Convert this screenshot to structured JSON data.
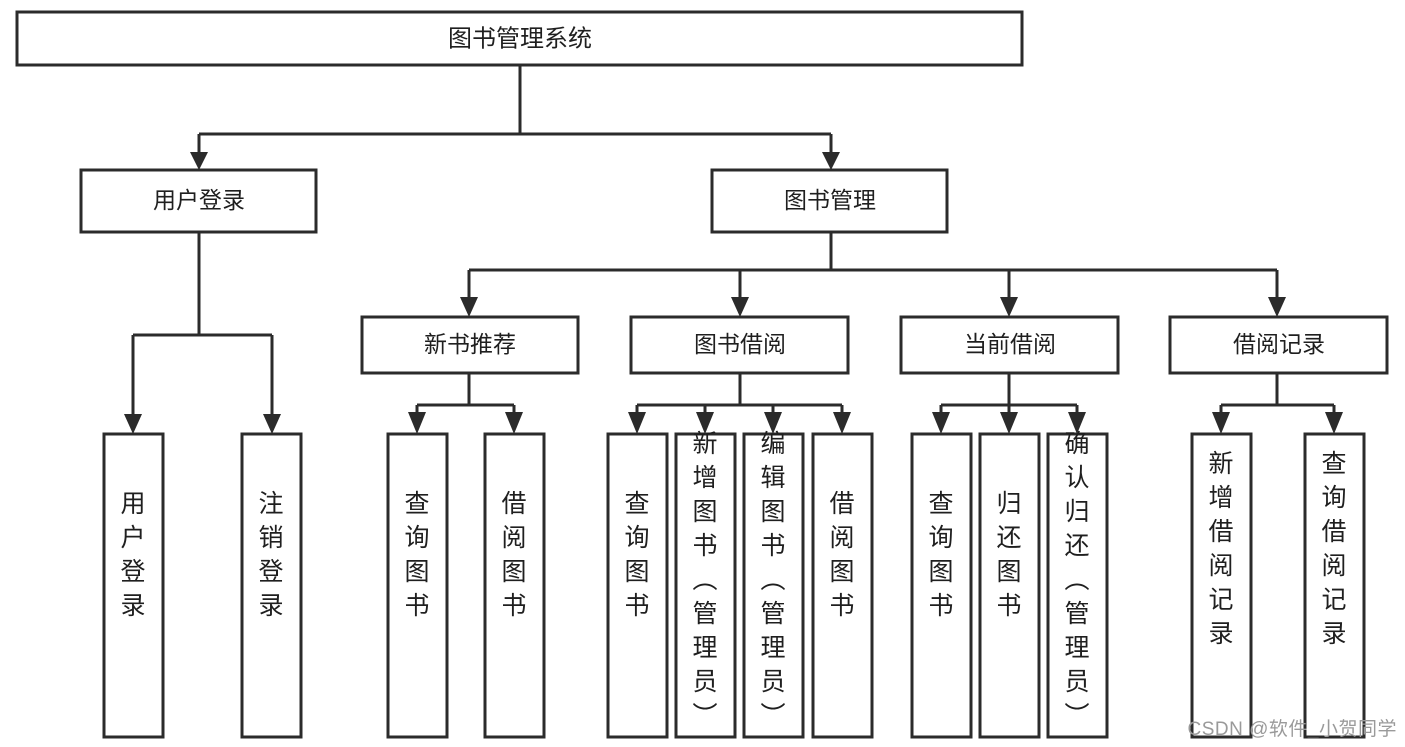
{
  "diagram": {
    "type": "tree-hierarchy",
    "title": "图书管理系统",
    "watermark": "CSDN @软件_小贺同学",
    "colors": {
      "stroke": "#2b2b2b",
      "fill": "#ffffff",
      "text": "#1f1f1f",
      "watermark": "#9a9a9a"
    },
    "levels": {
      "root": {
        "label": "图书管理系统"
      },
      "level2": [
        {
          "label": "用户登录"
        },
        {
          "label": "图书管理"
        }
      ],
      "level3": [
        {
          "label": "新书推荐"
        },
        {
          "label": "图书借阅"
        },
        {
          "label": "当前借阅"
        },
        {
          "label": "借阅记录"
        }
      ]
    },
    "nodes": {
      "root": "图书管理系统",
      "user_login": "用户登录",
      "book_manage": "图书管理",
      "new_book_rec": "新书推荐",
      "book_borrow": "图书借阅",
      "current_borrow": "当前借阅",
      "borrow_record": "借阅记录",
      "leaf_user_login": "用户登录",
      "leaf_logout": "注销登录",
      "leaf_query_book_1": "查询图书",
      "leaf_borrow_book_1": "借阅图书",
      "leaf_query_book_2": "查询图书",
      "leaf_add_book": "新增图书（管理员）",
      "leaf_edit_book": "编辑图书（管理员）",
      "leaf_borrow_book_2": "借阅图书",
      "leaf_query_book_3": "查询图书",
      "leaf_return_book": "归还图书",
      "leaf_confirm_return": "确认归还（管理员）",
      "leaf_add_record": "新增借阅记录",
      "leaf_query_record": "查询借阅记录"
    },
    "edges": [
      {
        "from": "图书管理系统",
        "to": "用户登录"
      },
      {
        "from": "图书管理系统",
        "to": "图书管理"
      },
      {
        "from": "用户登录",
        "to": "用户登录"
      },
      {
        "from": "用户登录",
        "to": "注销登录"
      },
      {
        "from": "图书管理",
        "to": "新书推荐"
      },
      {
        "from": "图书管理",
        "to": "图书借阅"
      },
      {
        "from": "图书管理",
        "to": "当前借阅"
      },
      {
        "from": "图书管理",
        "to": "借阅记录"
      },
      {
        "from": "新书推荐",
        "to": "查询图书"
      },
      {
        "from": "新书推荐",
        "to": "借阅图书"
      },
      {
        "from": "图书借阅",
        "to": "查询图书"
      },
      {
        "from": "图书借阅",
        "to": "新增图书（管理员）"
      },
      {
        "from": "图书借阅",
        "to": "编辑图书（管理员）"
      },
      {
        "from": "图书借阅",
        "to": "借阅图书"
      },
      {
        "from": "当前借阅",
        "to": "查询图书"
      },
      {
        "from": "当前借阅",
        "to": "归还图书"
      },
      {
        "from": "当前借阅",
        "to": "确认归还（管理员）"
      },
      {
        "from": "借阅记录",
        "to": "新增借阅记录"
      },
      {
        "from": "借阅记录",
        "to": "查询借阅记录"
      }
    ]
  }
}
